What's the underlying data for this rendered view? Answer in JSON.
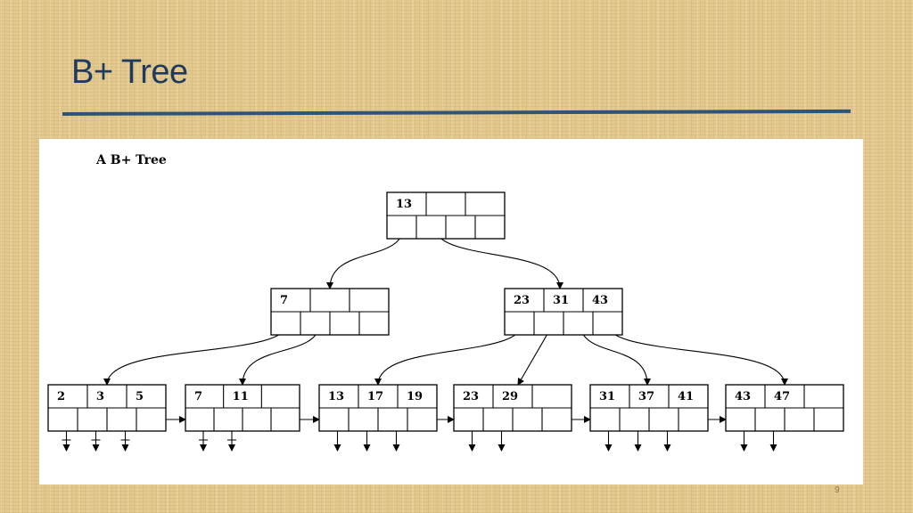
{
  "slide": {
    "title": "B+ Tree",
    "page_number": "9"
  },
  "figure": {
    "caption": "A B+ Tree",
    "root": {
      "keys": [
        "13",
        "",
        ""
      ]
    },
    "internal": [
      {
        "keys": [
          "7",
          "",
          ""
        ]
      },
      {
        "keys": [
          "23",
          "31",
          "43"
        ]
      }
    ],
    "leaves": [
      {
        "keys": [
          "2",
          "3",
          "5"
        ]
      },
      {
        "keys": [
          "7",
          "11",
          ""
        ]
      },
      {
        "keys": [
          "13",
          "17",
          "19"
        ]
      },
      {
        "keys": [
          "23",
          "29",
          ""
        ]
      },
      {
        "keys": [
          "31",
          "37",
          "41"
        ]
      },
      {
        "keys": [
          "43",
          "47",
          ""
        ]
      }
    ]
  }
}
